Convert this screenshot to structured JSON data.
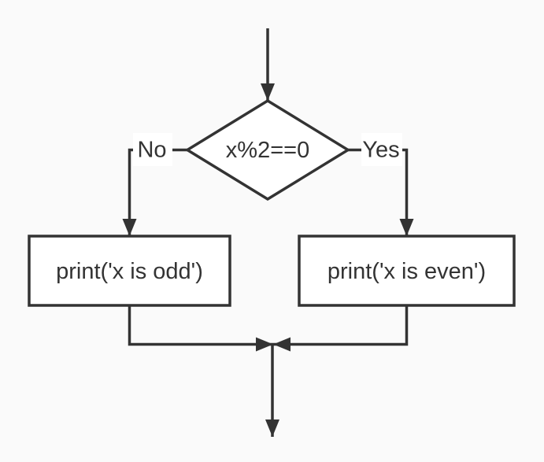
{
  "diagram": {
    "type": "flowchart",
    "colors": {
      "background": "#fafafa",
      "stroke": "#333333",
      "text": "#333333",
      "shape_fill": "#ffffff",
      "label_fill": "#ffffff"
    },
    "nodes": [
      {
        "id": "decision",
        "type": "diamond",
        "label": "x%2==0"
      },
      {
        "id": "odd",
        "type": "process",
        "label": "print('x is odd')"
      },
      {
        "id": "even",
        "type": "process",
        "label": "print('x is even')"
      }
    ],
    "edges": [
      {
        "from": "start",
        "to": "decision",
        "label": ""
      },
      {
        "from": "decision",
        "to": "odd",
        "label": "No"
      },
      {
        "from": "decision",
        "to": "even",
        "label": "Yes"
      },
      {
        "from": "odd",
        "to": "merge",
        "label": ""
      },
      {
        "from": "even",
        "to": "merge",
        "label": ""
      },
      {
        "from": "merge",
        "to": "end",
        "label": ""
      }
    ]
  }
}
